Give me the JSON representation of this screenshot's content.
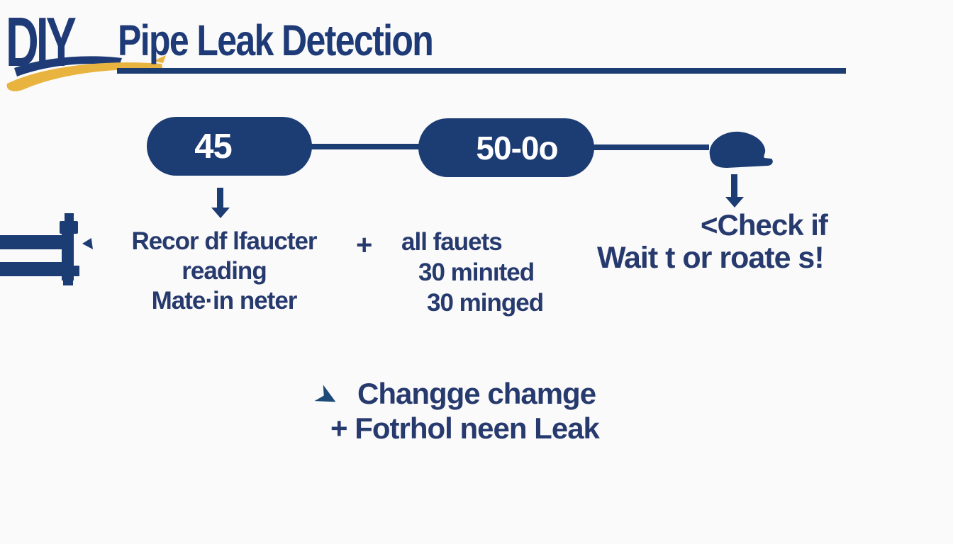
{
  "colors": {
    "navy_shapes": "#1c3c74",
    "navy_heading": "#1e3b78",
    "navy_text": "#273a6e",
    "gold": "#e8b33e",
    "background": "#fbfafa",
    "pill_text": "#ffffff"
  },
  "header": {
    "logo": "DIY",
    "title": "Pipe Leak Detection"
  },
  "flow": {
    "node1_label": "45",
    "node2_label": "50-0o"
  },
  "icons": {
    "down_arrow": "down-arrow",
    "pipe_fitting": "pipe-fitting",
    "blob_node": "blob-cap",
    "footer_pointer": "chevron-pointer"
  },
  "step_record": {
    "line1": "Recor df lfaucter",
    "line2": "reading",
    "line3": "Mate·in neter"
  },
  "step_faucets": {
    "plus": "+",
    "line1": "all fauets",
    "line2": "30 minıted",
    "line3": "30 minged"
  },
  "step_check": {
    "line1": "<Check if",
    "line2": "Wait t or roate s!"
  },
  "footer": {
    "line1": "Changge chamge",
    "line2": "+ Fotrhol neen Leak"
  }
}
